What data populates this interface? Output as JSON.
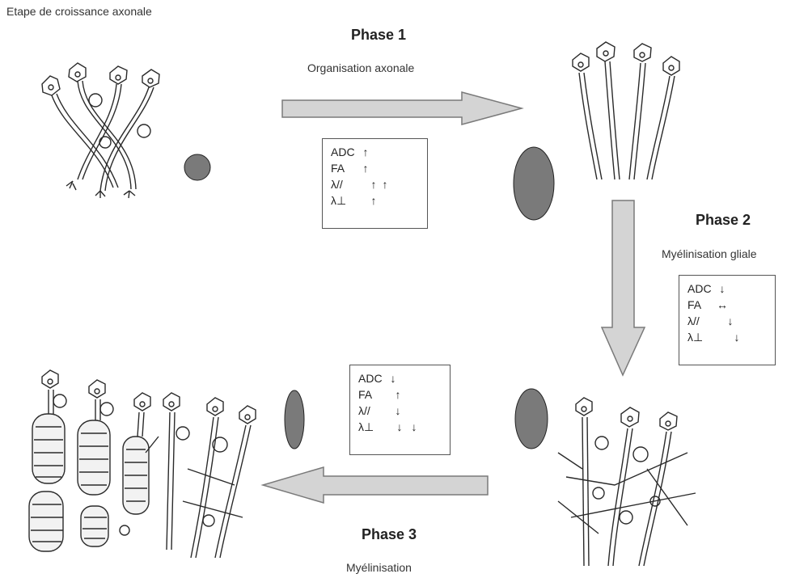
{
  "header": "Etape de croissance axonale",
  "phases": [
    {
      "title": "Phase 1",
      "subtitle": "Organisation axonale",
      "rows": [
        {
          "label": "ADC",
          "arrows": [
            "up"
          ]
        },
        {
          "label": "FA",
          "arrows": [
            "up"
          ]
        },
        {
          "label": "λ//",
          "arrows": [
            "up",
            "up"
          ]
        },
        {
          "label": "λ⊥",
          "arrows": [
            "up"
          ]
        }
      ]
    },
    {
      "title": "Phase 2",
      "subtitle": "Myélinisation gliale",
      "rows": [
        {
          "label": "ADC",
          "arrows": [
            "down"
          ]
        },
        {
          "label": "FA",
          "arrows": [
            "flat"
          ]
        },
        {
          "label": "λ//",
          "arrows": [
            "down"
          ]
        },
        {
          "label": "λ⊥",
          "arrows": [
            "down"
          ]
        }
      ]
    },
    {
      "title": "Phase 3",
      "subtitle": "Myélinisation",
      "rows": [
        {
          "label": "ADC",
          "arrows": [
            "down"
          ]
        },
        {
          "label": "FA",
          "arrows": [
            "up"
          ]
        },
        {
          "label": "λ//",
          "arrows": [
            "down"
          ]
        },
        {
          "label": "λ⊥",
          "arrows": [
            "down",
            "down"
          ]
        }
      ]
    }
  ],
  "colors": {
    "arrow_fill": "#d4d4d4",
    "arrow_stroke": "#7a7a7a",
    "ellipse_fill": "#7a7a7a",
    "line": "#2a2a2a"
  },
  "arrow_glyphs": {
    "up": "↑",
    "down": "↓",
    "flat": "↔"
  }
}
